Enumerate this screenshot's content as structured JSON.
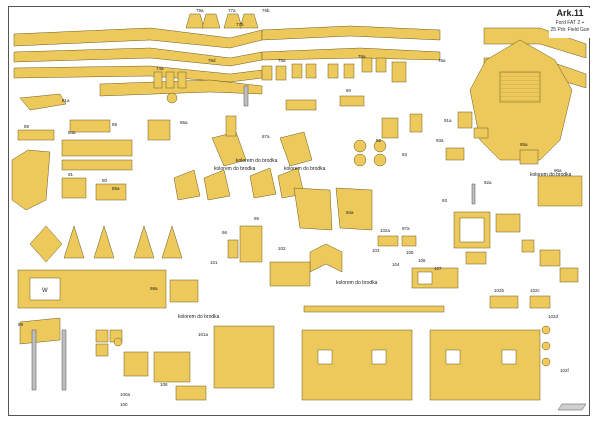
{
  "sheet": {
    "number": "Ark.11",
    "subtitle_1": "Ford FAT 2 +",
    "subtitle_2": "25 Pdr. Field Gun"
  },
  "colors": {
    "part_fill": "#ecc95a",
    "part_dark": "#c9a43a",
    "part_stroke": "#6b5a22",
    "gray_fill": "#bfbfbf",
    "line": "#444444"
  },
  "notes": {
    "kolorem_1": "kolorem do brodka",
    "kolorem_2": "kolorem do brodka",
    "kolorem_3": "kolorem do brodka",
    "kolorem_4": "kolorem do brodka",
    "kolorem_5": "kolorem do brodka",
    "kolorem_6": "kolorem do brodka"
  },
  "labels": {
    "l01": "79a",
    "l02": "77a",
    "l03": "76b",
    "l04": "77b",
    "l05": "76d",
    "l06": "78a",
    "l07": "75a",
    "l08": "74a",
    "l09": "76a",
    "l10": "86a",
    "l11": "87a",
    "l12": "84a",
    "l13": "81a",
    "l14": "80",
    "l15": "91",
    "l16": "94a",
    "l17": "97a",
    "l18": "98a",
    "l19": "99",
    "l20": "100",
    "l21": "101",
    "l22": "102",
    "l23": "102a",
    "l24": "103",
    "l25": "104",
    "l26": "105",
    "l27": "106",
    "l28": "107",
    "l29": "108",
    "l30": "92a",
    "l31": "93",
    "l32": "95",
    "l33": "96",
    "l34": "82",
    "l35": "83",
    "l36": "85a",
    "l37": "88",
    "l38": "89",
    "l39": "90",
    "l40": "101a",
    "l41": "100a",
    "l42": "102b",
    "l43": "102c",
    "l44": "102d",
    "l45": "102f",
    "l46": "91a",
    "l47": "93a",
    "l48": "95a",
    "l49": "96a",
    "l50": "W"
  }
}
